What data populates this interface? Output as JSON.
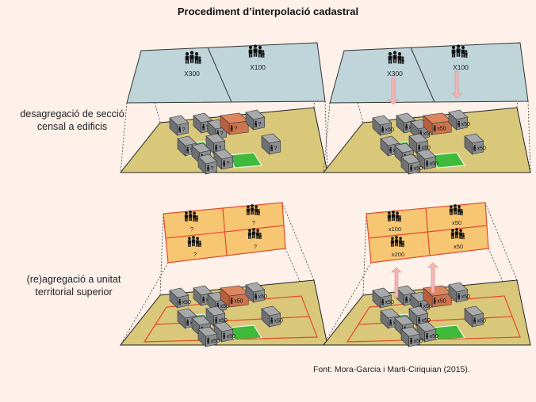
{
  "title": "Procediment d’interpolació cadastral",
  "steps": [
    {
      "label": "desagregació de secció censal a edificis"
    },
    {
      "label": "(re)agregació a unitat territorial superior"
    }
  ],
  "source": "Font: Mora-Garcia i Marti-Ciriquian (2015).",
  "panel_top_left": {
    "census_values": [
      "X300",
      "X100"
    ],
    "building_labels": [
      "?",
      "?",
      "?",
      "?",
      "?",
      "?",
      "?",
      "?",
      "?",
      "?",
      "?"
    ]
  },
  "panel_top_right": {
    "census_values": [
      "X300",
      "X100"
    ],
    "building_labels": [
      "x50",
      "x50",
      "x50",
      "x50",
      "x50",
      "x50",
      "x50",
      "x50",
      "x50",
      "x50",
      "x50"
    ]
  },
  "panel_bottom_left": {
    "unit_values": [
      "?",
      "?",
      "?",
      "?"
    ],
    "building_labels": [
      "x50",
      "x50",
      "x50",
      "x50",
      "x50",
      "x50",
      "x50",
      "x50",
      "x50",
      "x50",
      "x50"
    ]
  },
  "panel_bottom_right": {
    "unit_values": [
      "x100",
      "x50",
      "x200",
      "x50"
    ],
    "building_labels": [
      "x50",
      "x50",
      "x50",
      "x50",
      "x50",
      "x50",
      "x50",
      "x50",
      "x50",
      "x50",
      "x50"
    ]
  },
  "colors": {
    "background": "#fdf1ea",
    "census_fill": "#bfd5da",
    "unit_fill": "#f7c673",
    "unit_line": "#e04a2a",
    "ground_fill": "#d9c87a",
    "green_area": "#3fba3a",
    "building_fill": "#a7a9ab",
    "special_building": "#dd8660",
    "arrow_fill": "#f4b6b6"
  }
}
